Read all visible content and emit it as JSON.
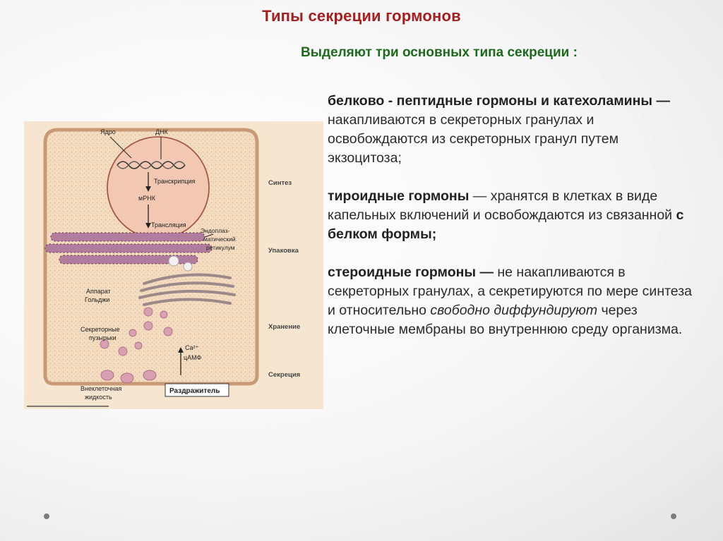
{
  "slide": {
    "title": "Типы секреции гормонов",
    "subtitle": "Выделяют три основных типа секреции :",
    "paragraphs": [
      {
        "bold": "белково - пептидные гормоны и катехоламины —",
        "text": " накапливаются в секреторных гранулах и освобождаются из секреторных гранул путем экзоцитоза;"
      },
      {
        "bold": "тироидные гормоны",
        "text": " — хранятся в клетках в виде капельных включений и освобождаются из связанной ",
        "bold2": "с белком формы;"
      },
      {
        "bold": "стероидные гормоны —",
        "text": " не накапливаются в секреторных гранулах, а секретируются по мере синтеза и относительно ",
        "italic": "свободно диффундируют",
        "text2": " через клеточные мембраны во внутреннюю среду организма."
      }
    ]
  },
  "diagram": {
    "labels": {
      "nucleus": "Ядро",
      "dna": "ДНК",
      "transcription": "Транскрипция",
      "mrna": "мРНК",
      "translation": "Трансляция",
      "er": [
        "Эндоплаз-",
        "матический",
        "ретикулум"
      ],
      "golgi": [
        "Аппарат",
        "Гольджи"
      ],
      "vesicles": [
        "Секреторные",
        "пузырьки"
      ],
      "ca": "Ca²⁺",
      "camp": "цАМФ",
      "extracellular": [
        "Внеклеточная",
        "жидкость"
      ],
      "stimulus": "Раздражитель"
    },
    "stages": [
      "Синтез",
      "Упаковка",
      "Хранение",
      "Секреция"
    ],
    "colors": {
      "cytoplasm": "#f3dcc0",
      "nucleus": "#f2c8b2",
      "organelle": "#b27c9c",
      "membrane": "#d4a887"
    }
  }
}
